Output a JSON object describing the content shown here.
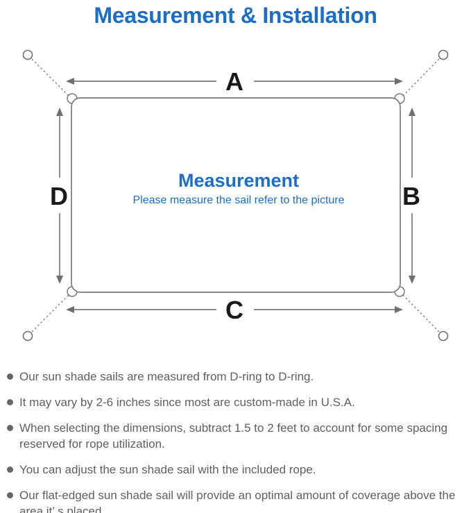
{
  "title": "Measurement & Installation",
  "diagram": {
    "labels": {
      "top": "A",
      "right": "B",
      "bottom": "C",
      "left": "D"
    },
    "center": {
      "heading": "Measurement",
      "subtitle": "Please measure the sail refer to the picture"
    },
    "colors": {
      "accent_blue": "#1b6ec5",
      "line_gray": "#7a7a7a",
      "label_black": "#1a1a1a",
      "note_gray": "#5f5f5f"
    }
  },
  "notes": {
    "items": [
      "Our sun shade sails are measured from D-ring to D-ring.",
      "It may vary by 2-6 inches since most are custom-made in U.S.A.",
      "When selecting the dimensions, subtract 1.5 to 2 feet to account for some spacing reserved for rope utilization.",
      "You can adjust the sun shade sail with the included rope.",
      "Our flat-edged sun shade sail will provide an optimal amount of coverage above the area it’ s placed."
    ]
  }
}
